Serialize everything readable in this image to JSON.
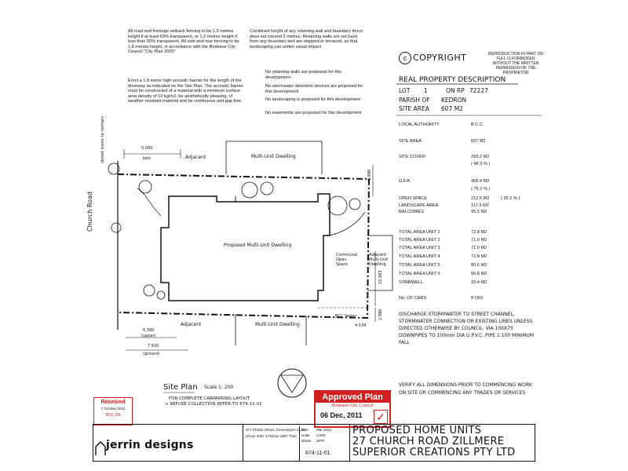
{
  "notes": {
    "left": [
      "All road and frontage setback fencing to be 1.5 metres height if at least 50% transparent, or 1.2 metres height if less than 50% transparent. All side and rear fencing to be 1.8 metres height, in accordance with the Brisbane City Council \"City Plan 2000\"",
      "Erect a 1.8 metre high acoustic barrier for the length of the driveway as indicated on the Site Plan. The acoustic barrier must be constructed of a material with a minimum surface area density of 10 kg/m2, be aesthetically pleasing, of weather resistant material and be continuous and gap free."
    ],
    "middle": [
      "Combined height of any retaining wall and boundary fence does not exceed 2 metres. Retaining walls are set back from any boundary and are stepped or terraced, so that landscaping can soften visual impact",
      "No retaining walls are proposed for this development",
      "No stormwater detention devices are proposed for this development",
      "No landscaping is proposed for this development",
      "No easements are proposed for this development"
    ]
  },
  "copyright": {
    "label": "COPYRIGHT",
    "text": "REPRODUCTION IN PART OR FULL IS FORBIDDEN WITHOUT THE WRITTEN PERMISSION OF THE PROPRIETOR"
  },
  "property": {
    "heading": "REAL PROPERTY DESCRIPTION",
    "lot_label": "LOT",
    "lot": "1",
    "rp_label": "ON RP",
    "rp": "72227",
    "parish_label": "PARISH OF",
    "parish": "KEDRON",
    "site_area_label": "SITE AREA",
    "site_area": "607 M2"
  },
  "table": [
    {
      "label": "LOCAL AUTHORITY",
      "value": "B.C.C.",
      "extra": ""
    },
    {
      "label": "SITE AREA",
      "value": "607 M2",
      "extra": ""
    },
    {
      "label": "SITE COVER",
      "value": "293.2 M2",
      "extra": ""
    },
    {
      "label": "",
      "value": "( 48.3 % )",
      "extra": ""
    },
    {
      "label": "G.F.A.",
      "value": "456.4 M2",
      "extra": ""
    },
    {
      "label": "",
      "value": "( 75.2 % )",
      "extra": ""
    },
    {
      "label": "OPEN SPACE",
      "value": "212.6 M2",
      "extra": "( 35.1 % )"
    },
    {
      "label": "LANDSCAPE AREA",
      "value": "117.9 M2",
      "extra": ""
    },
    {
      "label": "BALCONIES",
      "value": "95.5 M2",
      "extra": ""
    },
    {
      "label": "TOTAL AREA UNIT 1",
      "value": "72.8 M2",
      "extra": ""
    },
    {
      "label": "TOTAL AREA UNIT 2",
      "value": "71.0 M2",
      "extra": ""
    },
    {
      "label": "TOTAL AREA UNIT 3",
      "value": "71.0 M2",
      "extra": ""
    },
    {
      "label": "TOTAL AREA UNIT 4",
      "value": "72.8 M2",
      "extra": ""
    },
    {
      "label": "TOTAL AREA UNIT 5",
      "value": "80.6 M2",
      "extra": ""
    },
    {
      "label": "TOTAL AREA UNIT 6",
      "value": "56.8 M2",
      "extra": ""
    },
    {
      "label": "STAIRWELL",
      "value": "22.4 M2",
      "extra": ""
    },
    {
      "label": "No. OF CARS",
      "value": "8 OFF",
      "extra": ""
    }
  ],
  "discharge": "DISCHARGE STORMWATER TO STREET CHANNEL, STORMWATER CONNECTION OR EXISTING LINES UNLESS DIRECTED OTHERWISE BY COUNCIL. VIA 100X75 DOWNPIPES TO 100mm DIA U.P.V.C. PIPE 1:100 MINIMUM FALL",
  "verify": "VERIFY ALL DIMENSIONS PRIOR TO COMMENCING WORK ON SITE OR COMMENCING ANY TRADES OR SERVICES",
  "plan": {
    "street": "Church Road",
    "street_trees": "street trees to remain",
    "adjacent_top": "Adjacent",
    "mud_top": "Multi-Unit Dwelling",
    "proposed": "Proposed Multi-Unit Dwelling",
    "communal": "Communal Open Space",
    "adjacent_right": "Adjacent Multi-Unit Dwelling",
    "adjacent_bottom": "Adjacent",
    "mud_bottom": "Multi-Unit Dwelling",
    "bcc_sewer": "BCC Sewer",
    "dim_top": "5.000",
    "balc": "balc",
    "dim_bot1": "6.300",
    "dim_bot2": "7.500",
    "upper": "(upper)",
    "ground": "(ground)",
    "dim_right1": "4.534",
    "dim_right2": "15.083",
    "dim_right3": "2.980",
    "dim_right4": "1.980"
  },
  "site_plan": {
    "title": "Site Plan",
    "scale": "Scale 1: 200",
    "note1": "FOR COMPLETE CARPARKING LAYOUT",
    "note2": "+ REFUSE COLLECTION REFER TO 674-11-02"
  },
  "approved": {
    "title": "Approved Plan",
    "council": "Brisbane City Council",
    "date": "06 Dec, 2011"
  },
  "received": {
    "title": "Received",
    "date": "7 October 2011",
    "code": "BCC DA"
  },
  "title_block": {
    "logo": "jerrin designs",
    "address": "371 Flinder Street, Greenslopes 4120",
    "phone": "phone 3397 1739  fax 3397 7520",
    "project_line1": "PROPOSED HOME UNITS",
    "project_line2": "27 CHURCH ROAD  ZILLMERE",
    "project_line3": "SUPERIOR CREATIONS PTY LTD",
    "drawing_no": "674-11-01",
    "date_label": "date",
    "date": "Mar 2011",
    "scale_label": "scale",
    "scale": "1:200",
    "drawn_label": "drawn",
    "drawn": "JEFF"
  },
  "colors": {
    "stamp_red": "#d21f1f",
    "ink": "#111111"
  }
}
